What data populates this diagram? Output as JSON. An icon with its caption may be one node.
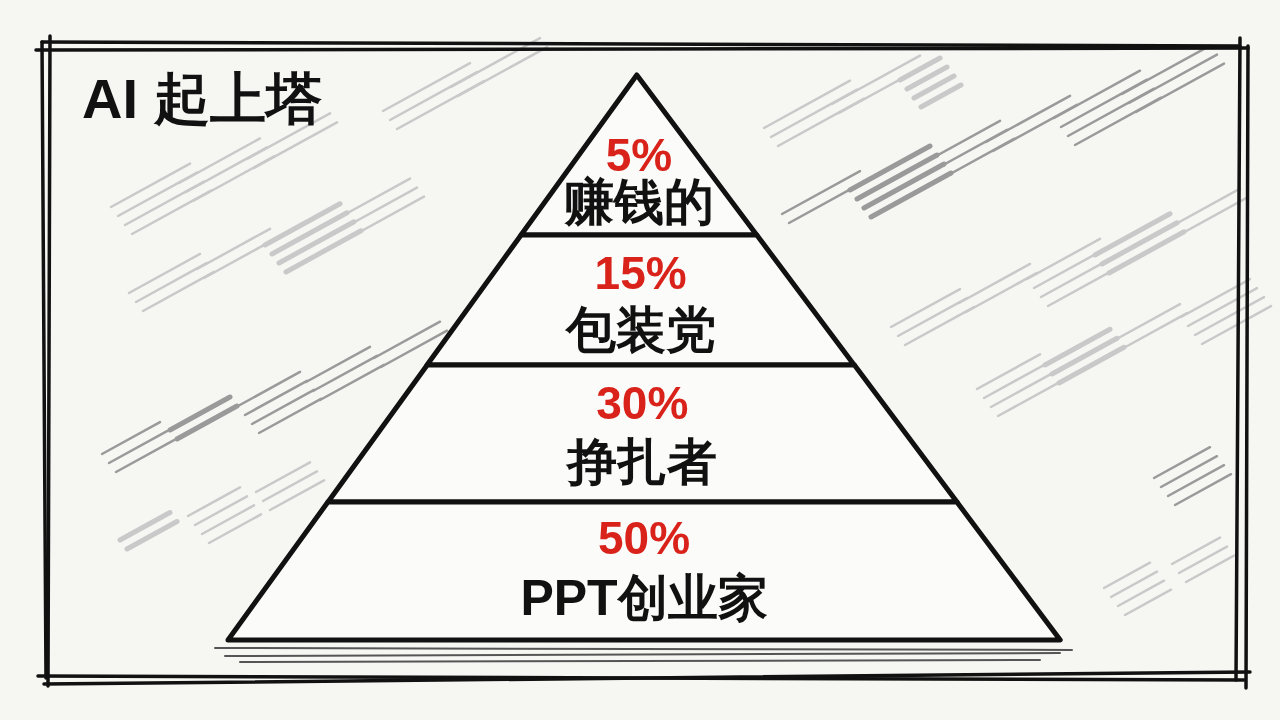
{
  "diagram": {
    "title": "AI 起上塔",
    "nodes": [
      {
        "text": [
          "5%",
          "赚钱的"
        ]
      },
      {
        "text": [
          "15%",
          "包装党"
        ]
      },
      {
        "text": [
          "30%",
          "挣扎者"
        ]
      },
      {
        "text": [
          "50%",
          "PPT创业家"
        ]
      }
    ]
  }
}
